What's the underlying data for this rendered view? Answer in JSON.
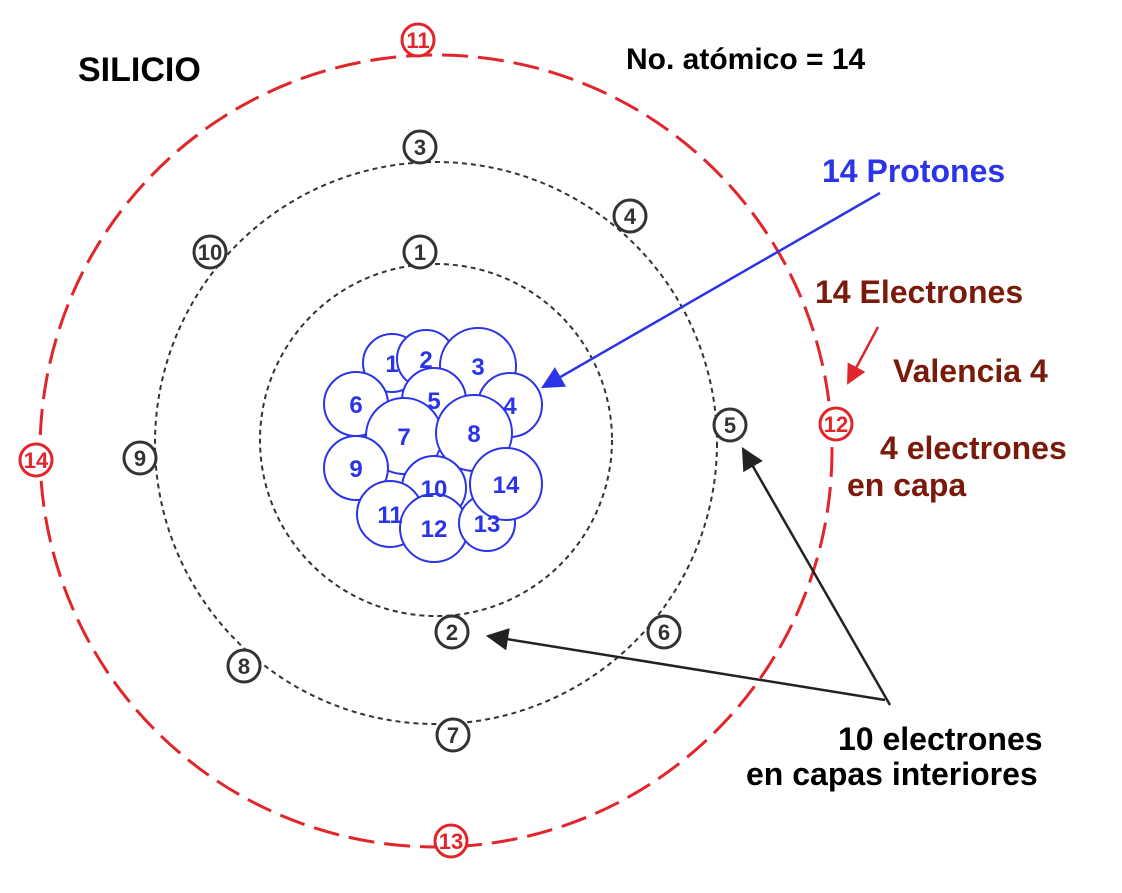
{
  "title": "SILICIO",
  "atomic_number_label": "No. atómico = 14",
  "protons_label": "14 Protones",
  "electrons_label": "14 Electrones",
  "valence_label": "Valencia 4",
  "outer_shell_label": [
    "4 electrones",
    "en capa"
  ],
  "inner_shells_label": [
    "10 electrones",
    "en capas interiores"
  ],
  "nucleus_numbers": [
    "1",
    "2",
    "3",
    "4",
    "5",
    "6",
    "7",
    "8",
    "9",
    "10",
    "11",
    "12",
    "13",
    "14"
  ],
  "shell1_electrons": [
    "1",
    "2"
  ],
  "shell2_electrons": [
    "3",
    "4",
    "5",
    "6",
    "7",
    "8",
    "9",
    "10"
  ],
  "shell3_electrons": [
    "11",
    "12",
    "13",
    "14"
  ],
  "colors": {
    "title": "#000000",
    "protons": "#2b34e6",
    "nucleus": "#2b34e6",
    "electrons_label": "#7a1a0a",
    "outer_shell": "#e0262a",
    "inner_shell": "#333333",
    "arrow_black": "#222222",
    "arrow_red": "#e0262a"
  }
}
